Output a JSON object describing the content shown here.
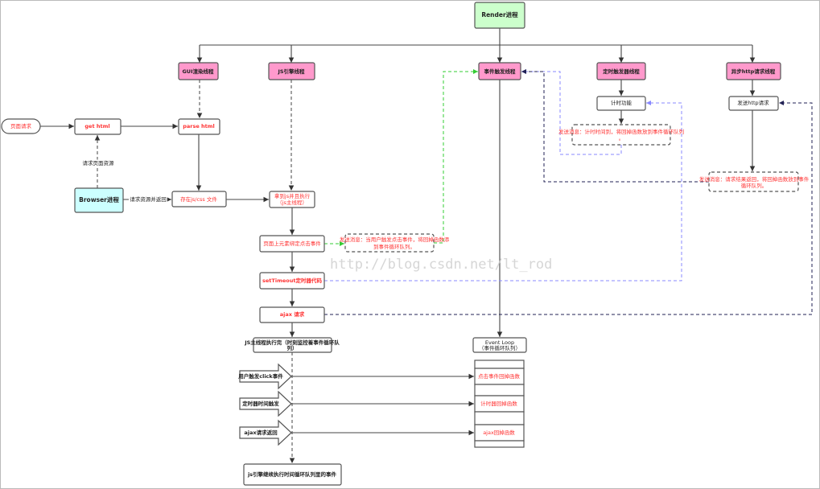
{
  "colors": {
    "render": "#ccffcc",
    "thread": "#ff99cc",
    "browser": "#ccffff",
    "green_link": "#33cc33",
    "blue_link": "#8888ff",
    "navy_link": "#222255",
    "text_red": "#ff3333"
  },
  "render": "Render进程",
  "threads": {
    "gui": "GUI渲染线程",
    "js": "JS引擎线程",
    "event": "事件触发线程",
    "timer": "定时触发器线程",
    "http": "异步http请求线程"
  },
  "nodes": {
    "page_request": "页面请求",
    "get_html": "get html",
    "parse_html": "parse html",
    "browser": "Browser进程",
    "request_resource": "请求页面资源",
    "request_return": "请求资源并返回",
    "jscss": "存在js/css 文件",
    "run_js_1": "拿到js并且执行",
    "run_js_2": "（js主线程）",
    "bind_click": "页面上元素绑定点击事件",
    "msg_click_1": "发送消息：当用户触发点击事件，将回掉函数添",
    "msg_click_2": "到事件循环队列。",
    "settimeout": "setTimeout定时器代码",
    "ajax": "ajax 请求",
    "timing": "计时功能",
    "msg_timer_1": "发送消息：计时时间到，将回掉函数放到事件循环队列",
    "msg_timer_2": "。",
    "send_http": "发送http请求",
    "msg_http_1": "发送消息：请求结果返回，将回掉函数放到事件",
    "msg_http_2": "循环队列。",
    "js_done_1": "JS主线程执行完（时刻监控着事件循环队",
    "js_done_2": "列）",
    "event_loop_1": "Event Loop",
    "event_loop_2": "（事件循环队列）",
    "trigger_click": "用户触发click事件",
    "trigger_timer": "定时器时间触发",
    "trigger_ajax": "ajax请求返回",
    "q_click": "点击事件回掉函数",
    "q_timer": "计时器回掉函数",
    "q_ajax": "ajax回掉函数",
    "js_continue": "js引擎继续执行时间循环队列里的事件"
  },
  "watermark": "http://blog.csdn.net/lt_rod"
}
